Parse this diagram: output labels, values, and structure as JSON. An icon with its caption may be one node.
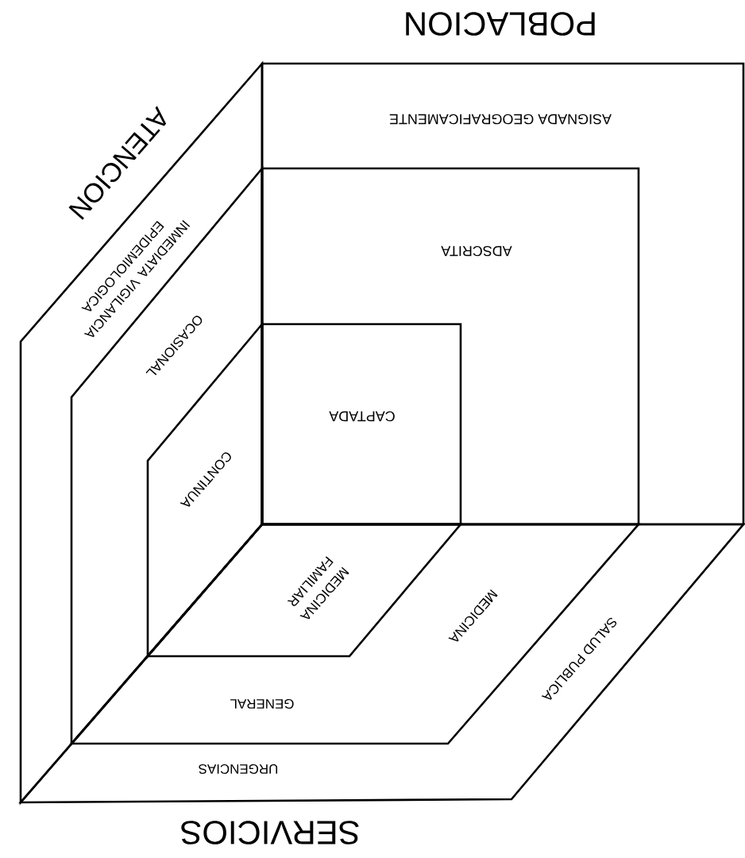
{
  "diagram": {
    "nodes": [
      {
        "text": [
          "ASIGNADA GEOGRAFICAMENTE"
        ]
      },
      {
        "text": [
          "ADSCRITA"
        ],
        "in": 0
      },
      {
        "text": [
          "CAPTADA"
        ],
        "in": 1
      },
      {
        "text": [
          "INMEDIATA VIGILANCIA EPIDEMIOLOGICA"
        ]
      },
      {
        "text": [
          "OCASIONAL"
        ],
        "in": 3
      },
      {
        "text": [
          "CONTINUA"
        ],
        "in": 4
      },
      {
        "text": [
          "URGENCIAS",
          "SALUD PUBLICA"
        ]
      },
      {
        "text": [
          "GENERAL",
          "MEDICINA"
        ],
        "in": 6
      },
      {
        "text": [
          "MEDICINA FAMILIAR"
        ],
        "in": 7
      }
    ],
    "labels": [
      "POBLACION",
      "ATENCION",
      "SERVICIOS"
    ]
  }
}
